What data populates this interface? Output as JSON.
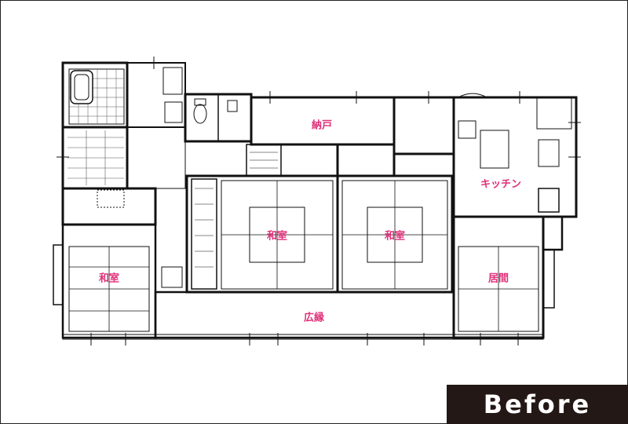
{
  "rooms": {
    "nando": "納戸",
    "kitchen": "キッチン",
    "washitsu_center": "和室",
    "washitsu_right": "和室",
    "washitsu_left": "和室",
    "ima": "居間",
    "hiroen": "広縁"
  },
  "badge": {
    "label": "Before"
  },
  "colors": {
    "wall": "#111111",
    "label": "#e0307a",
    "badge_bg": "#231815",
    "badge_text": "#ffffff"
  }
}
